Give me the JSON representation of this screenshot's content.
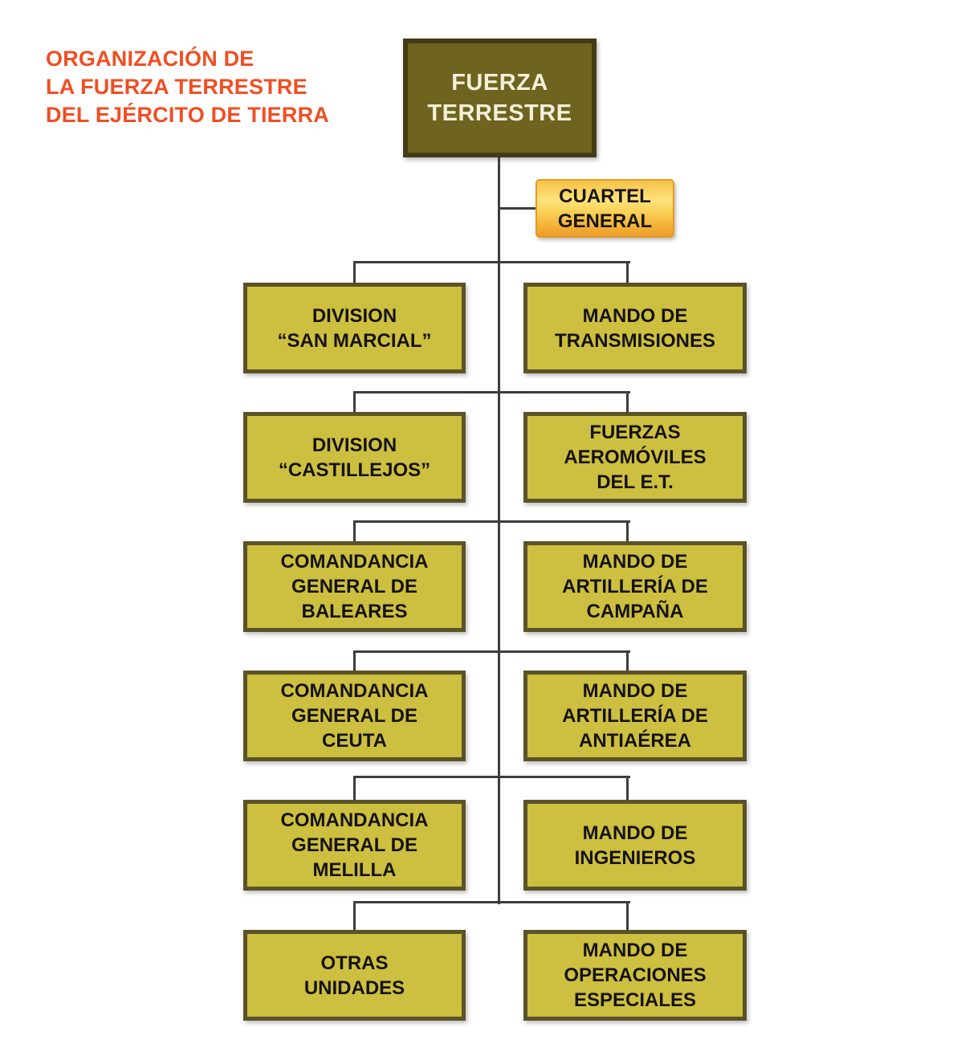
{
  "title": "ORGANIZACIÓN DE\nLA FUERZA TERRESTRE\nDEL EJÉRCITO DE TIERRA",
  "org": {
    "root": "FUERZA\nTERRESTRE",
    "staff": "CUARTEL\nGENERAL",
    "rows": [
      {
        "left": "DIVISION\n“SAN MARCIAL”",
        "right": "MANDO DE\nTRANSMISIONES"
      },
      {
        "left": "DIVISION\n“CASTILLEJOS”",
        "right": "FUERZAS\nAEROMÓVILES\nDEL E.T."
      },
      {
        "left": "COMANDANCIA\nGENERAL DE\nBALEARES",
        "right": "MANDO DE\nARTILLERÍA DE\nCAMPAÑA"
      },
      {
        "left": "COMANDANCIA\nGENERAL DE\nCEUTA",
        "right": "MANDO DE\nARTILLERÍA DE\nANTIAÉREA"
      },
      {
        "left": "COMANDANCIA\nGENERAL DE\nMELILLA",
        "right": "MANDO DE\nINGENIEROS"
      },
      {
        "left": "OTRAS\nUNIDADES",
        "right": "MANDO DE\nOPERACIONES\nESPECIALES"
      }
    ]
  },
  "colors": {
    "title_text": "#f04e23",
    "node_fill": "#cdbf40",
    "node_border": "#5b5327",
    "node_text": "#151310",
    "root_fill": "#6e6420",
    "root_border": "#423b14",
    "root_text": "#f5efda",
    "staff_border": "#e49a25",
    "staff_gradient_top": "#f5c247",
    "staff_gradient_mid": "#fee27c",
    "staff_gradient_bottom": "#ec9c2a",
    "connector_line": "#3d3d3d",
    "background": "#ffffff"
  }
}
